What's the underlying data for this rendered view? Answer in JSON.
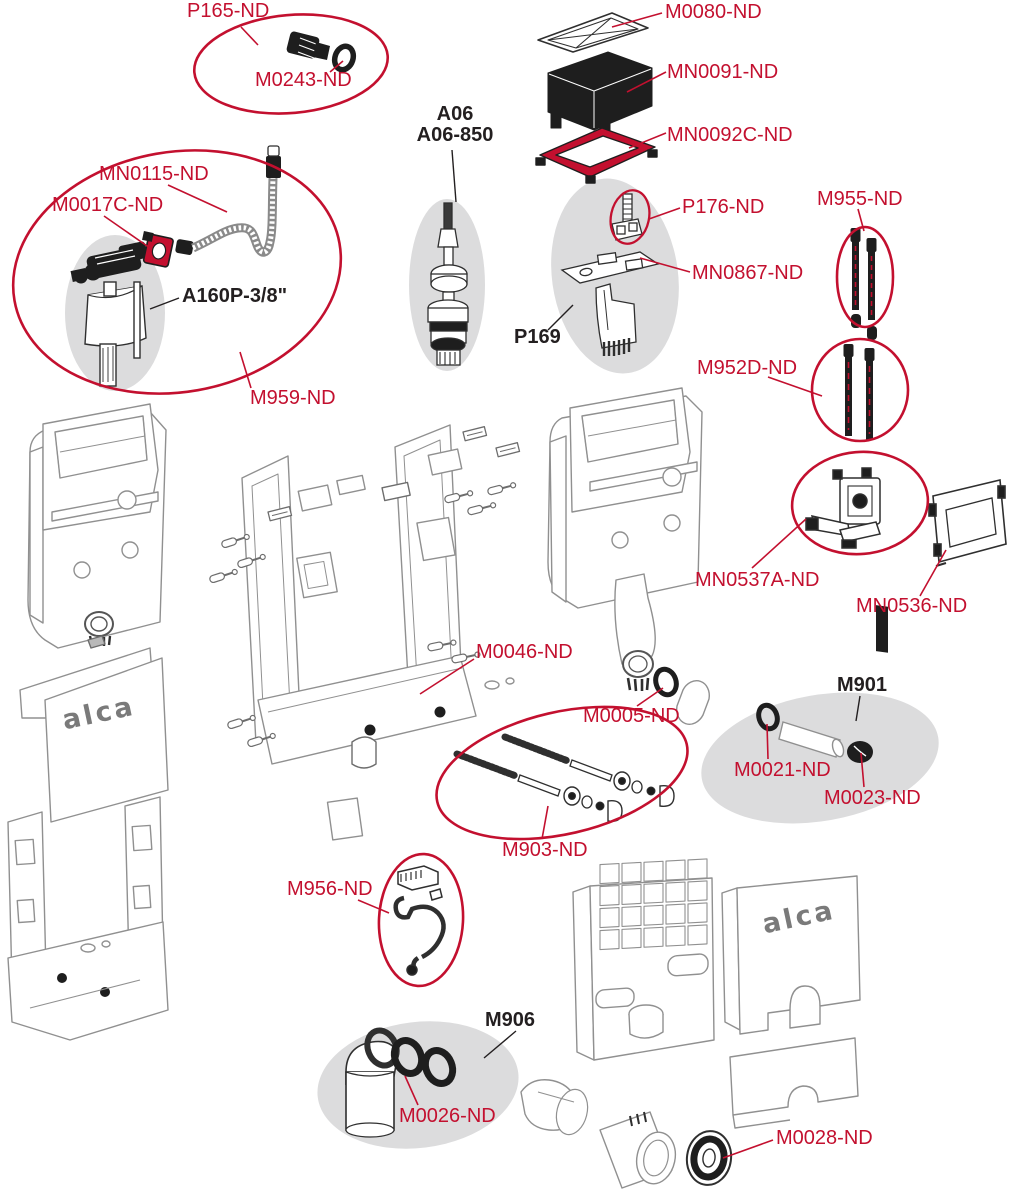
{
  "diagram": {
    "type": "exploded-parts-diagram",
    "brand_logo_text": "alca",
    "colors": {
      "label_red": "#c3102f",
      "label_black": "#231f20",
      "callout_red": "#c3102f",
      "blob_gray": "#dcdcdd",
      "line_gray": "#909090",
      "dark_line": "#2f2f2f",
      "logo_gray": "#7a7a7a"
    },
    "labels": [
      {
        "text": "P165-ND",
        "style": "red"
      },
      {
        "text": "M0243-ND",
        "style": "red"
      },
      {
        "text": "M0080-ND",
        "style": "red"
      },
      {
        "text": "MN0091-ND",
        "style": "red"
      },
      {
        "text": "MN0092C-ND",
        "style": "red"
      },
      {
        "text": "A06\nA06-850",
        "style": "black"
      },
      {
        "text": "P176-ND",
        "style": "red"
      },
      {
        "text": "MN0867-ND",
        "style": "red"
      },
      {
        "text": "P169",
        "style": "black"
      },
      {
        "text": "M955-ND",
        "style": "red"
      },
      {
        "text": "MN0115-ND",
        "style": "red"
      },
      {
        "text": "M0017C-ND",
        "style": "red"
      },
      {
        "text": "A160P-3/8\"",
        "style": "black"
      },
      {
        "text": "M959-ND",
        "style": "red"
      },
      {
        "text": "M952D-ND",
        "style": "red"
      },
      {
        "text": "MN0537A-ND",
        "style": "red"
      },
      {
        "text": "MN0536-ND",
        "style": "red"
      },
      {
        "text": "M0046-ND",
        "style": "red"
      },
      {
        "text": "M0005-ND",
        "style": "red"
      },
      {
        "text": "M901",
        "style": "black"
      },
      {
        "text": "M0021-ND",
        "style": "red"
      },
      {
        "text": "M0023-ND",
        "style": "red"
      },
      {
        "text": "M903-ND",
        "style": "red"
      },
      {
        "text": "M956-ND",
        "style": "red"
      },
      {
        "text": "M906",
        "style": "black"
      },
      {
        "text": "M0026-ND",
        "style": "red"
      },
      {
        "text": "M0028-ND",
        "style": "red"
      }
    ]
  }
}
